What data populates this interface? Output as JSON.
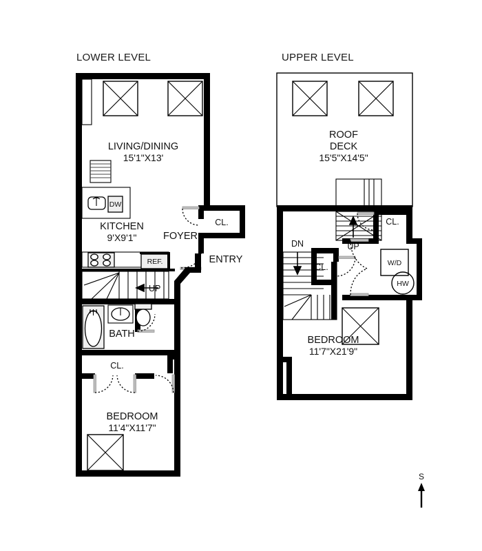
{
  "document": {
    "type": "floor-plan",
    "compass": {
      "label": "S",
      "direction": "up",
      "icon": "compass-arrow-icon"
    }
  },
  "levels": [
    {
      "id": "lower",
      "title": "LOWER LEVEL",
      "rooms": [
        {
          "id": "living-dining",
          "name": "LIVING/DINING",
          "dimensions": "15'1\"X13'"
        },
        {
          "id": "kitchen",
          "name": "KITCHEN",
          "dimensions": "9'X9'1\""
        },
        {
          "id": "foyer",
          "name": "FOYER",
          "dimensions": ""
        },
        {
          "id": "entry",
          "name": "ENTRY",
          "dimensions": ""
        },
        {
          "id": "bath",
          "name": "BATH",
          "dimensions": ""
        },
        {
          "id": "bedroom",
          "name": "BEDROOM",
          "dimensions": "11'4\"X11'7\""
        }
      ],
      "closets": [
        {
          "id": "foyer-closet",
          "label": "CL."
        },
        {
          "id": "hall-closet",
          "label": "CL."
        }
      ],
      "appliances": [
        {
          "id": "dishwasher",
          "label": "DW"
        },
        {
          "id": "refrigerator",
          "label": "REF."
        },
        {
          "id": "sink",
          "label": "",
          "icon": "sink-icon"
        },
        {
          "id": "range",
          "label": "",
          "icon": "range-icon"
        },
        {
          "id": "bathtub",
          "label": "",
          "icon": "bathtub-icon"
        },
        {
          "id": "lavatory",
          "label": "",
          "icon": "lavatory-icon"
        },
        {
          "id": "toilet",
          "label": "",
          "icon": "toilet-icon"
        }
      ],
      "stairs": [
        {
          "id": "stair-up",
          "label": "UP",
          "direction": "left"
        }
      ]
    },
    {
      "id": "upper",
      "title": "UPPER LEVEL",
      "rooms": [
        {
          "id": "roof-deck",
          "name": "ROOF",
          "name2": "DECK",
          "dimensions": "15'5\"X14'5\""
        },
        {
          "id": "bedroom",
          "name": "BEDROOM",
          "dimensions": "11'7\"X21'9\""
        }
      ],
      "closets": [
        {
          "id": "upper-closet-right",
          "label": "CL."
        },
        {
          "id": "upper-closet-center",
          "label": "CL."
        }
      ],
      "appliances": [
        {
          "id": "washer-dryer",
          "label": "W/D"
        },
        {
          "id": "hot-water-heater",
          "label": "HW"
        }
      ],
      "stairs": [
        {
          "id": "stair-up",
          "label": "UP",
          "direction": "up"
        },
        {
          "id": "stair-down",
          "label": "DN",
          "direction": "down"
        }
      ]
    }
  ],
  "colors": {
    "wall": "#000000",
    "background": "#ffffff",
    "fixture_fill": "#efefef"
  }
}
